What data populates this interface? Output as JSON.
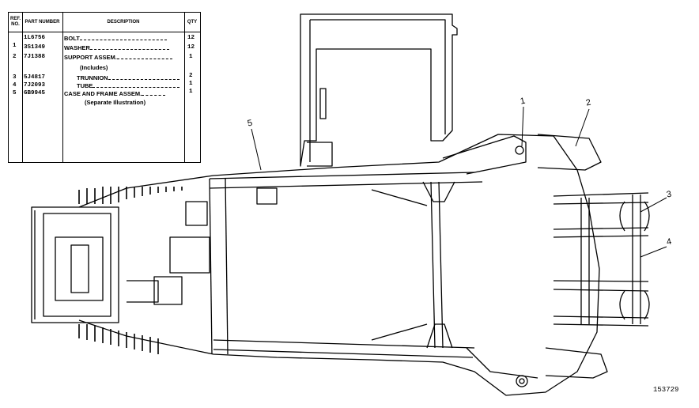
{
  "table": {
    "headers": {
      "ref": "REF. NO.",
      "part": "PART NUMBER",
      "desc": "DESCRIPTION",
      "qty": "QTY"
    },
    "rows": [
      {
        "ref": "",
        "part": "1L6756",
        "desc": "BOLT",
        "qty": "12"
      },
      {
        "ref": "1",
        "part": "3S1349",
        "desc": "WASHER",
        "qty": "12"
      },
      {
        "ref": "2",
        "part": "7J1388",
        "desc": "SUPPORT ASSEM.",
        "qty": "1"
      },
      {
        "ref": "",
        "part": "",
        "desc": "(Includes)",
        "qty": ""
      },
      {
        "ref": "3",
        "part": "5J4817",
        "desc": "TRUNNION",
        "qty": "2"
      },
      {
        "ref": "4",
        "part": "7J2093",
        "desc": "TUBE",
        "qty": "1"
      },
      {
        "ref": "5",
        "part": "6B9945",
        "desc": "CASE AND FRAME ASSEM.",
        "qty": "1"
      },
      {
        "ref": "",
        "part": "",
        "desc": "(Separate Illustration)",
        "qty": ""
      }
    ]
  },
  "callouts": [
    "1",
    "2",
    "3",
    "4",
    "5"
  ],
  "figure_number": "153729"
}
